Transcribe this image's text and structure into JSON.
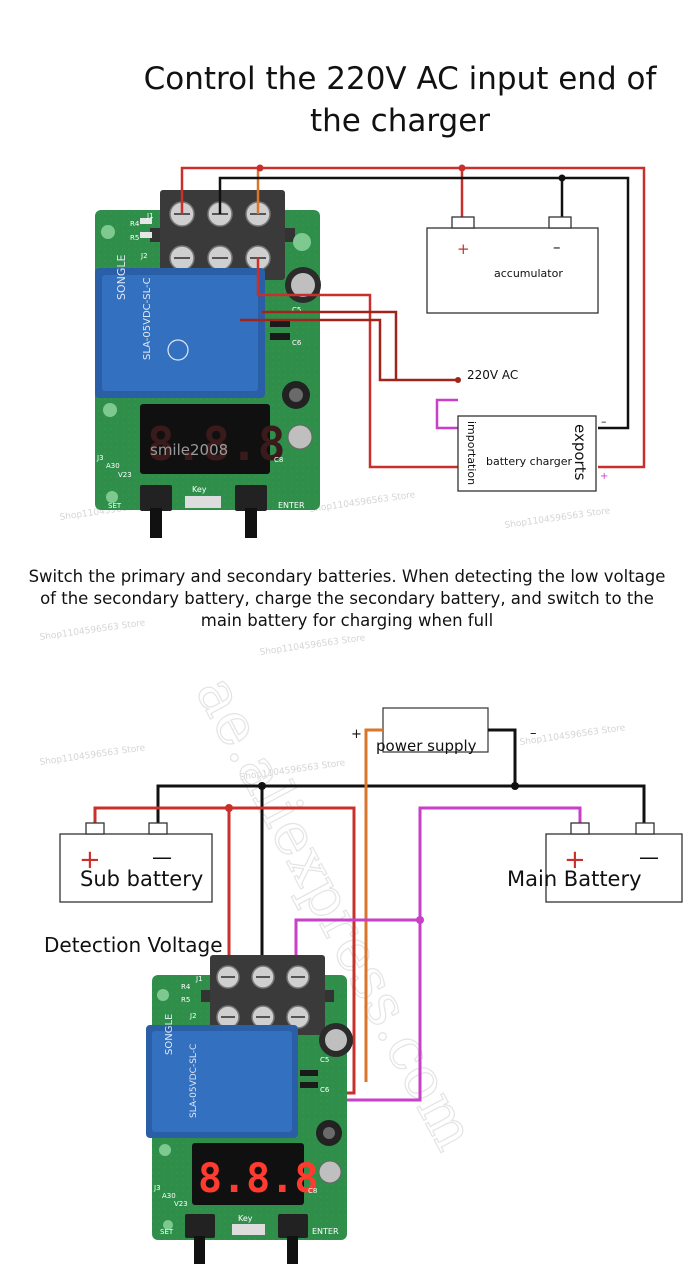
{
  "top_title": "Control the 220V AC input end of the charger",
  "middle_description": "Switch the primary and secondary batteries. When detecting the low voltage of the secondary battery, charge the secondary battery, and switch to the main battery for charging when full",
  "diagram1": {
    "accumulator": {
      "label": "accumulator",
      "plus": "+",
      "minus": "–"
    },
    "ac_label": "220V  AC",
    "charger": {
      "center": "battery charger",
      "left": "importation",
      "right": "exports",
      "plus": "+",
      "minus": "–"
    },
    "display_digits": "8.8.8",
    "board_labels": {
      "brand": "SONGLE",
      "relay": "SLA-05VDC-SL-C",
      "key": "Key",
      "enter": "ENTER",
      "set": "SET",
      "r4": "R4",
      "r5": "R5",
      "j1": "J1",
      "j2": "J2",
      "j3": "J3",
      "c5": "C5",
      "c6": "C6",
      "c8": "C8",
      "a30": "A30",
      "v23": "V23"
    },
    "watermark_small": "smile2008"
  },
  "diagram2": {
    "power_supply": {
      "label": "power supply",
      "plus": "+",
      "minus": "–"
    },
    "sub_battery": {
      "label": "Sub battery",
      "plus": "+",
      "minus": "—"
    },
    "main_battery": {
      "label": "Main Battery",
      "plus": "+",
      "minus": "—"
    },
    "detection_label": "Detection Voltage",
    "display_digits": "8.8.8",
    "board_labels": {
      "brand": "SONGLE",
      "relay": "SLA-05VDC-SL-C",
      "key": "Key",
      "enter": "ENTER",
      "set": "SET",
      "r4": "R4",
      "r5": "R5",
      "j1": "J1",
      "j2": "J2",
      "j3": "J3",
      "c5": "C5",
      "c6": "C6",
      "c8": "C8",
      "a30": "A30",
      "v23": "V23"
    }
  },
  "watermarks": {
    "store": "Shop1104596563 Store",
    "big": "ae.aliexpress.com"
  },
  "colors": {
    "wire_red": "#c9302c",
    "wire_dark_red": "#a0241c",
    "wire_black": "#111111",
    "wire_magenta": "#c83fc8",
    "wire_orange": "#d9762b",
    "pcb_green": "#2f8f4a",
    "relay_blue": "#2a5fa8"
  }
}
